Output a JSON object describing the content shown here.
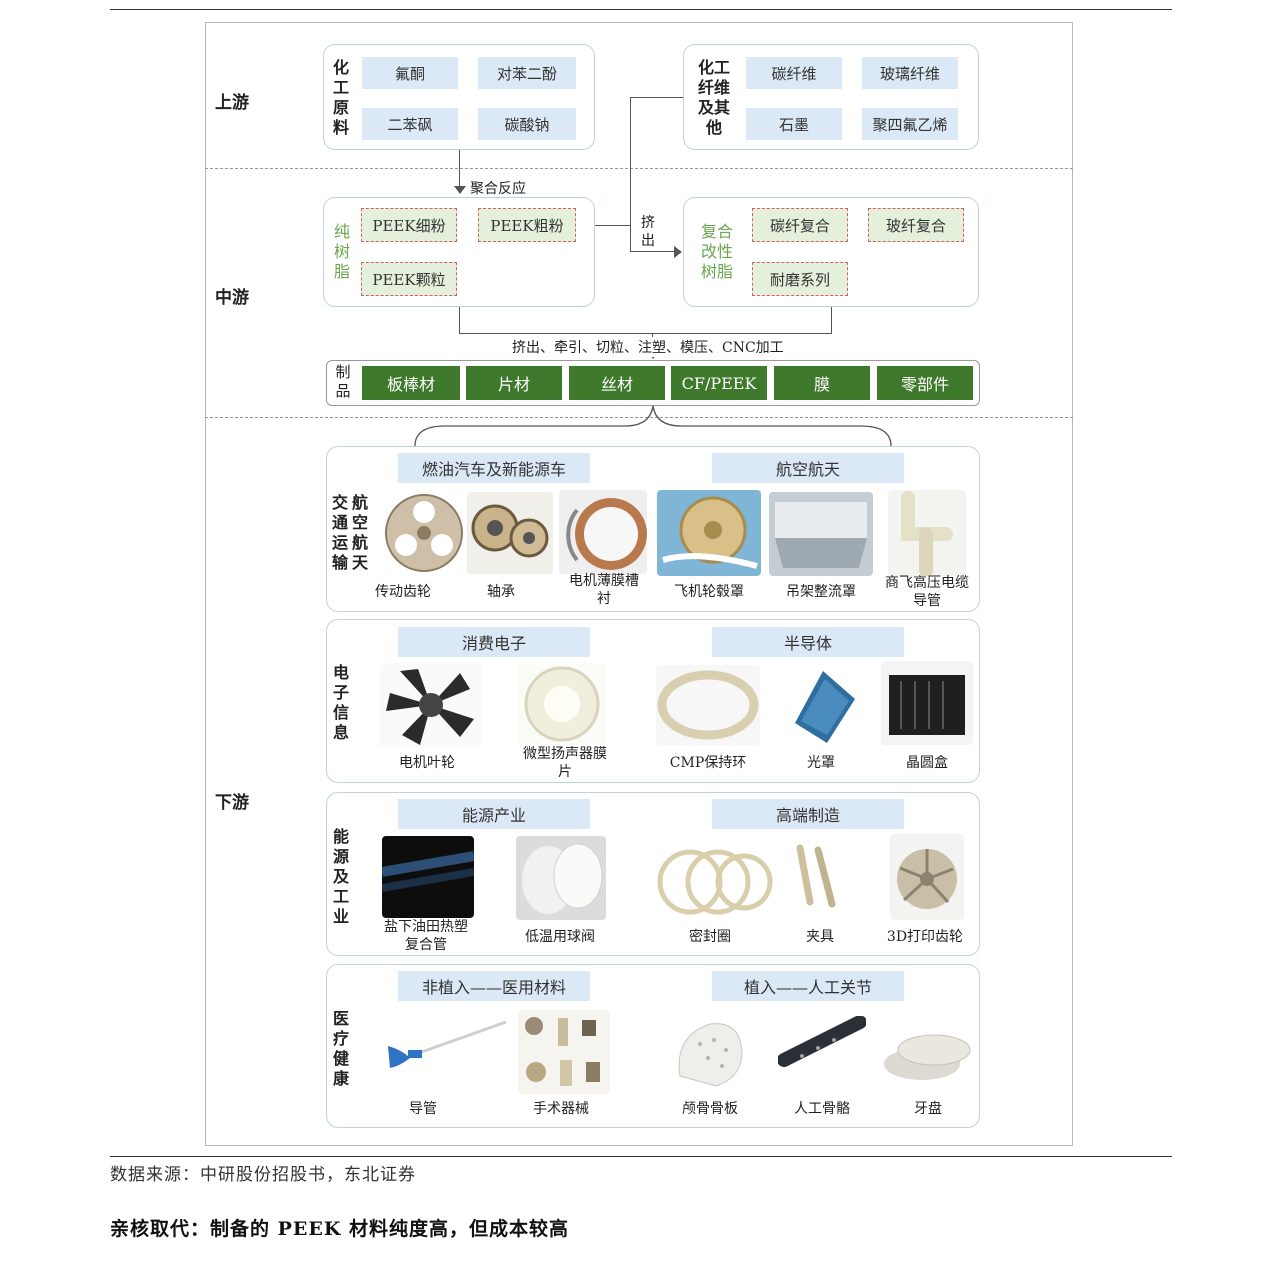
{
  "zones": {
    "upstream": "上游",
    "midstream": "中游",
    "downstream": "下游"
  },
  "upstream": {
    "chem_label": "化工原料",
    "chem_items": [
      "氟酮",
      "对苯二酚",
      "二苯砜",
      "碳酸钠"
    ],
    "fiber_label": "化工纤维及其他",
    "fiber_items": [
      "碳纤维",
      "玻璃纤维",
      "石墨",
      "聚四氟乙烯"
    ]
  },
  "midstream": {
    "reaction_note": "聚合反应",
    "resin_label": "纯树脂",
    "resin_items": [
      "PEEK细粉",
      "PEEK粗粉",
      "PEEK颗粒"
    ],
    "extrude_note": "挤出",
    "composite_label": "复合改性树脂",
    "composite_items": [
      "碳纤复合",
      "玻纤复合",
      "耐磨系列"
    ],
    "process_note": "挤出、牵引、切粒、注塑、模压、CNC加工",
    "products_label": "制品",
    "products": [
      "板棒材",
      "片材",
      "丝材",
      "CF/PEEK",
      "膜",
      "零部件"
    ]
  },
  "downstream": {
    "transport": {
      "label_left": "交通运输",
      "label_right": "航空航天",
      "headers": [
        "燃油汽车及新能源车",
        "航空航天"
      ],
      "captions": [
        "传动齿轮",
        "轴承",
        "电机薄膜槽衬",
        "飞机轮毂罩",
        "吊架整流罩",
        "商飞高压电缆导管"
      ]
    },
    "electronics": {
      "label": "电子信息",
      "headers": [
        "消费电子",
        "半导体"
      ],
      "captions": [
        "电机叶轮",
        "微型扬声器膜片",
        "CMP保持环",
        "光罩",
        "晶圆盒"
      ]
    },
    "energy": {
      "label": "能源及工业",
      "headers": [
        "能源产业",
        "高端制造"
      ],
      "captions": [
        "盐下油田热塑复合管",
        "低温用球阀",
        "密封圈",
        "夹具",
        "3D打印齿轮"
      ]
    },
    "medical": {
      "label": "医疗健康",
      "headers": [
        "非植入——医用材料",
        "植入——人工关节"
      ],
      "captions": [
        "导管",
        "手术器械",
        "颅骨骨板",
        "人工骨骼",
        "牙盘"
      ]
    }
  },
  "source": "数据来源：中研股份招股书，东北证券",
  "next_heading": "亲核取代：制备的 PEEK 材料纯度高，但成本较高"
}
